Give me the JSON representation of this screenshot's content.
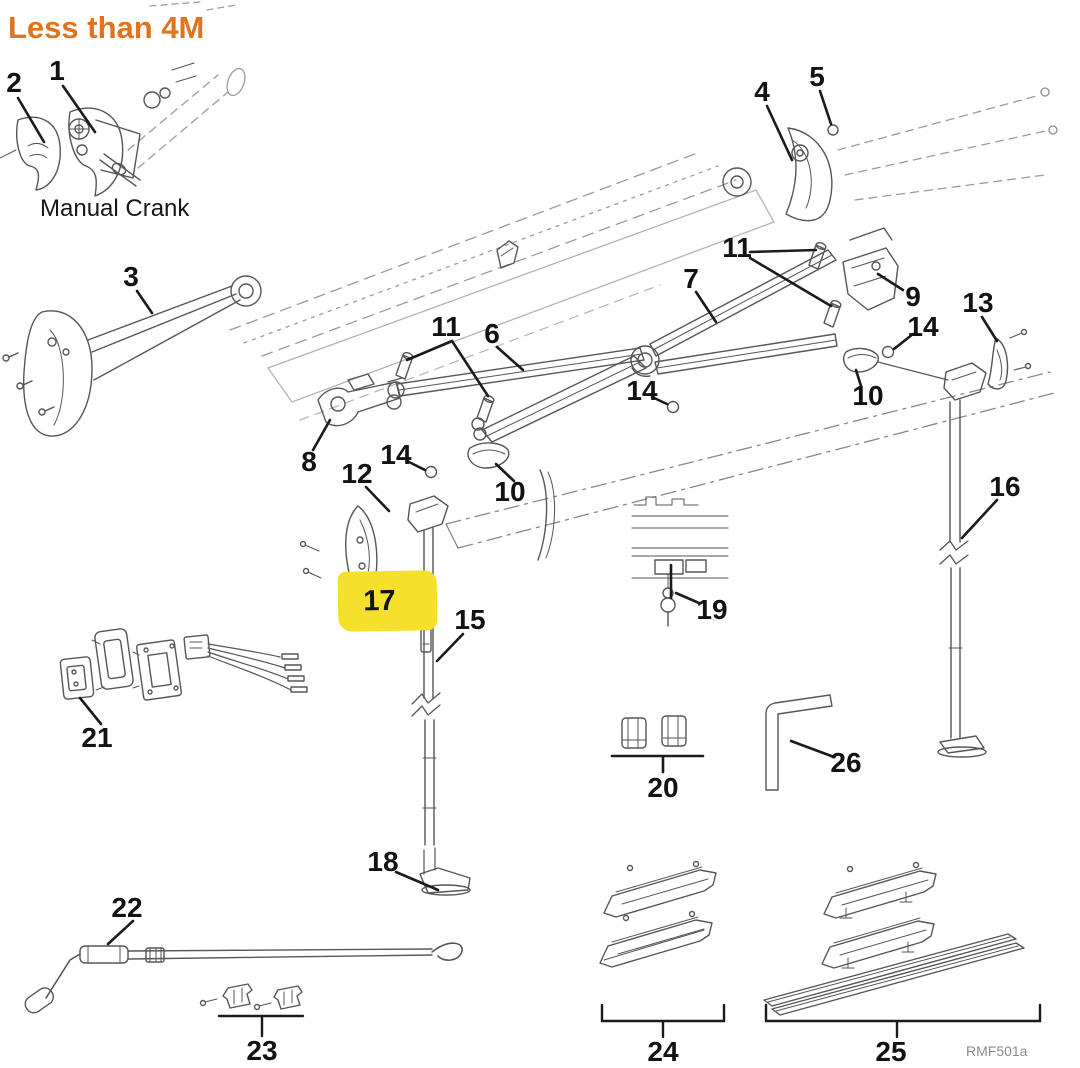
{
  "header": {
    "title": "Less than 4M"
  },
  "captions": {
    "manual_crank": "Manual Crank",
    "drawing_code": "RMF501a"
  },
  "colors": {
    "title_orange": "#E0731C",
    "highlight_yellow": "#F5E12B",
    "drawing_line_gray": "#565656",
    "sketch_line_gray": "#9b9b9b",
    "label_black": "#121212"
  },
  "highlighted_part": "17",
  "callouts": {
    "c1": "1",
    "c2": "2",
    "c3": "3",
    "c4": "4",
    "c5": "5",
    "c6": "6",
    "c7": "7",
    "c8": "8",
    "c9": "9",
    "c10_center": "10",
    "c10_right": "10",
    "c11_center": "11",
    "c11_right": "11",
    "c12": "12",
    "c13": "13",
    "c14_left": "14",
    "c14_center": "14",
    "c14_right": "14",
    "c15": "15",
    "c16": "16",
    "c17": "17",
    "c18": "18",
    "c19": "19",
    "c20": "20",
    "c21": "21",
    "c22": "22",
    "c23": "23",
    "c24": "24",
    "c25": "25",
    "c26": "26"
  }
}
